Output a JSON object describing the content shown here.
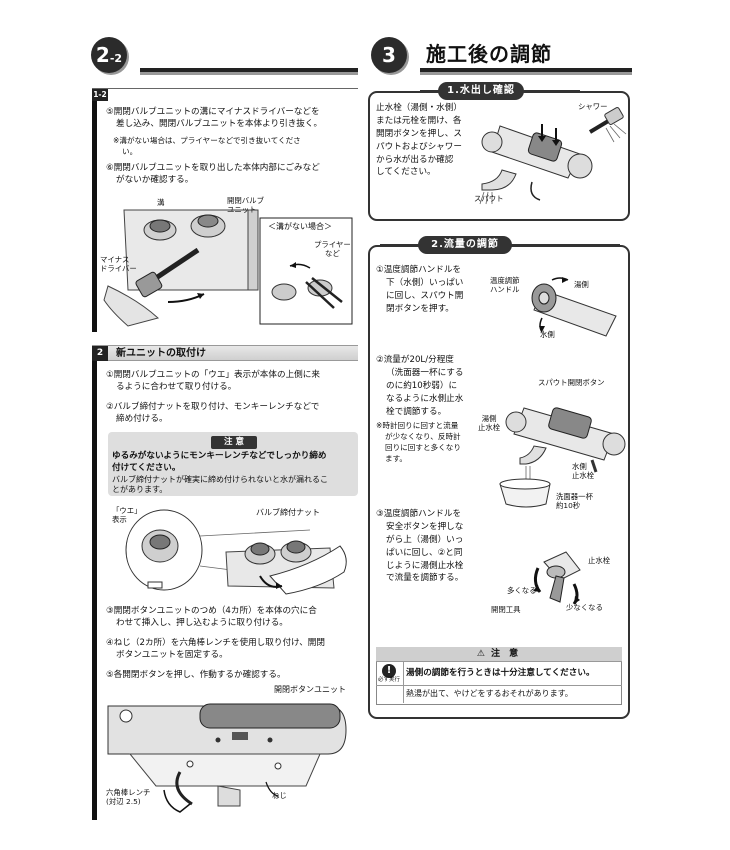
{
  "left": {
    "badge_num": "2",
    "badge_sub": "-2",
    "panel1": {
      "num": "1-2",
      "step5": "⑤開閉バルブユニットの溝にマイナスドライバーなどを　差し込み、開閉バルブユニットを本体より引き抜く。",
      "step5_line1": "⑤開閉バルブユニットの溝にマイナスドライバーなどを",
      "step5_line2": "差し込み、開閉バルブユニットを本体より引き抜く。",
      "note5_line1": "※溝がない場合は、プライヤーなどで引き抜いてくださ",
      "note5_line2": "い。",
      "step6_line1": "⑥開閉バルブユニットを取り出した本体内部にごみなど",
      "step6_line2": "がないか確認する。",
      "label_groove": "溝",
      "label_valve_unit_1": "開閉バルブ",
      "label_valve_unit_2": "ユニット",
      "label_screwdriver_1": "マイナス",
      "label_screwdriver_2": "ドライバー",
      "label_no_groove": "＜溝がない場合＞",
      "label_pliers_1": "プライヤー",
      "label_pliers_2": "など"
    },
    "panel2": {
      "num": "2",
      "title": "新ユニットの取付け",
      "step1_line1": "①開閉バルブユニットの「ウエ」表示が本体の上側に来",
      "step1_line2": "るように合わせて取り付ける。",
      "step2_line1": "②バルブ締付ナットを取り付け、モンキーレンチなどで",
      "step2_line2": "締め付ける。",
      "caution_title": "注 意",
      "caution_bold_1": "ゆるみがないようにモンキーレンチなどでしっかり締め",
      "caution_bold_2": "付けてください。",
      "caution_body_1": "バルブ締付ナットが確実に締め付けられないと水が漏れるこ",
      "caution_body_2": "とがあります。",
      "label_ue_1": "「ウエ」",
      "label_ue_2": "表示",
      "label_nut": "バルブ締付ナット",
      "step3_line1": "③開閉ボタンユニットのつめ（4カ所）を本体の穴に合",
      "step3_line2": "わせて挿入し、押し込むように取り付ける。",
      "step4_line1": "④ねじ（2カ所）を六角棒レンチを使用し取り付け、開閉",
      "step4_line2": "ボタンユニットを固定する。",
      "step5": "⑤各開閉ボタンを押し、作動するか確認する。",
      "label_button_unit": "開閉ボタンユニット",
      "label_hex_1": "六角棒レンチ",
      "label_hex_2": "(対辺 2.5)",
      "label_screw": "ねじ"
    }
  },
  "right": {
    "badge_num": "3",
    "header_title": "施工後の調節",
    "box1": {
      "title": "1.水出し確認",
      "line1": "止水栓（湯側・水側）",
      "line2": "または元栓を開け、各",
      "line3": "開閉ボタンを押し、ス",
      "line4": "パウトおよびシャワー",
      "line5": "から水が出るか確認",
      "line6": "してください。",
      "label_shower": "シャワー",
      "label_spout": "スパウト"
    },
    "box2": {
      "title": "2.流量の調節",
      "s1_l1": "①温度調節ハンドルを",
      "s1_l2": "下（水側）いっぱい",
      "s1_l3": "に回し、スパウト開",
      "s1_l4": "閉ボタンを押す。",
      "label_temp_1": "温度調節",
      "label_temp_2": "ハンドル",
      "label_hot": "湯側",
      "label_cold": "水側",
      "s2_l1": "②流量が20L/分程度",
      "s2_l2": "（洗面器一杯にする",
      "s2_l3": "のに約10秒弱）に",
      "s2_l4": "なるように水側止水",
      "s2_l5": "栓で調節する。",
      "n2_l1": "※時計回りに回すと流量",
      "n2_l2": "が少なくなり、反時計",
      "n2_l3": "回りに回すと多くなり",
      "n2_l4": "ます。",
      "label_spout_btn": "スパウト開閉ボタン",
      "label_hot_stop_1": "湯側",
      "label_hot_stop_2": "止水栓",
      "label_cold_stop_1": "水側",
      "label_cold_stop_2": "止水栓",
      "label_basin_1": "洗面器一杯",
      "label_basin_2": "約10秒",
      "s3_l1": "③温度調節ハンドルを",
      "s3_l2": "安全ボタンを押しな",
      "s3_l3": "がら上（湯側）いっ",
      "s3_l4": "ぱいに回し、②と同",
      "s3_l5": "じように湯側止水栓",
      "s3_l6": "で流量を調節する。",
      "label_stopcock": "止水栓",
      "label_more": "多くなる",
      "label_less": "少なくなる",
      "label_tool": "開閉工具",
      "warn_title": "注 意",
      "warn_must": "必ず実行",
      "warn_bold": "湯側の調節を行うときは十分注意してください。",
      "warn_body": "熱湯が出て、やけどをするおそれがあります。"
    }
  }
}
